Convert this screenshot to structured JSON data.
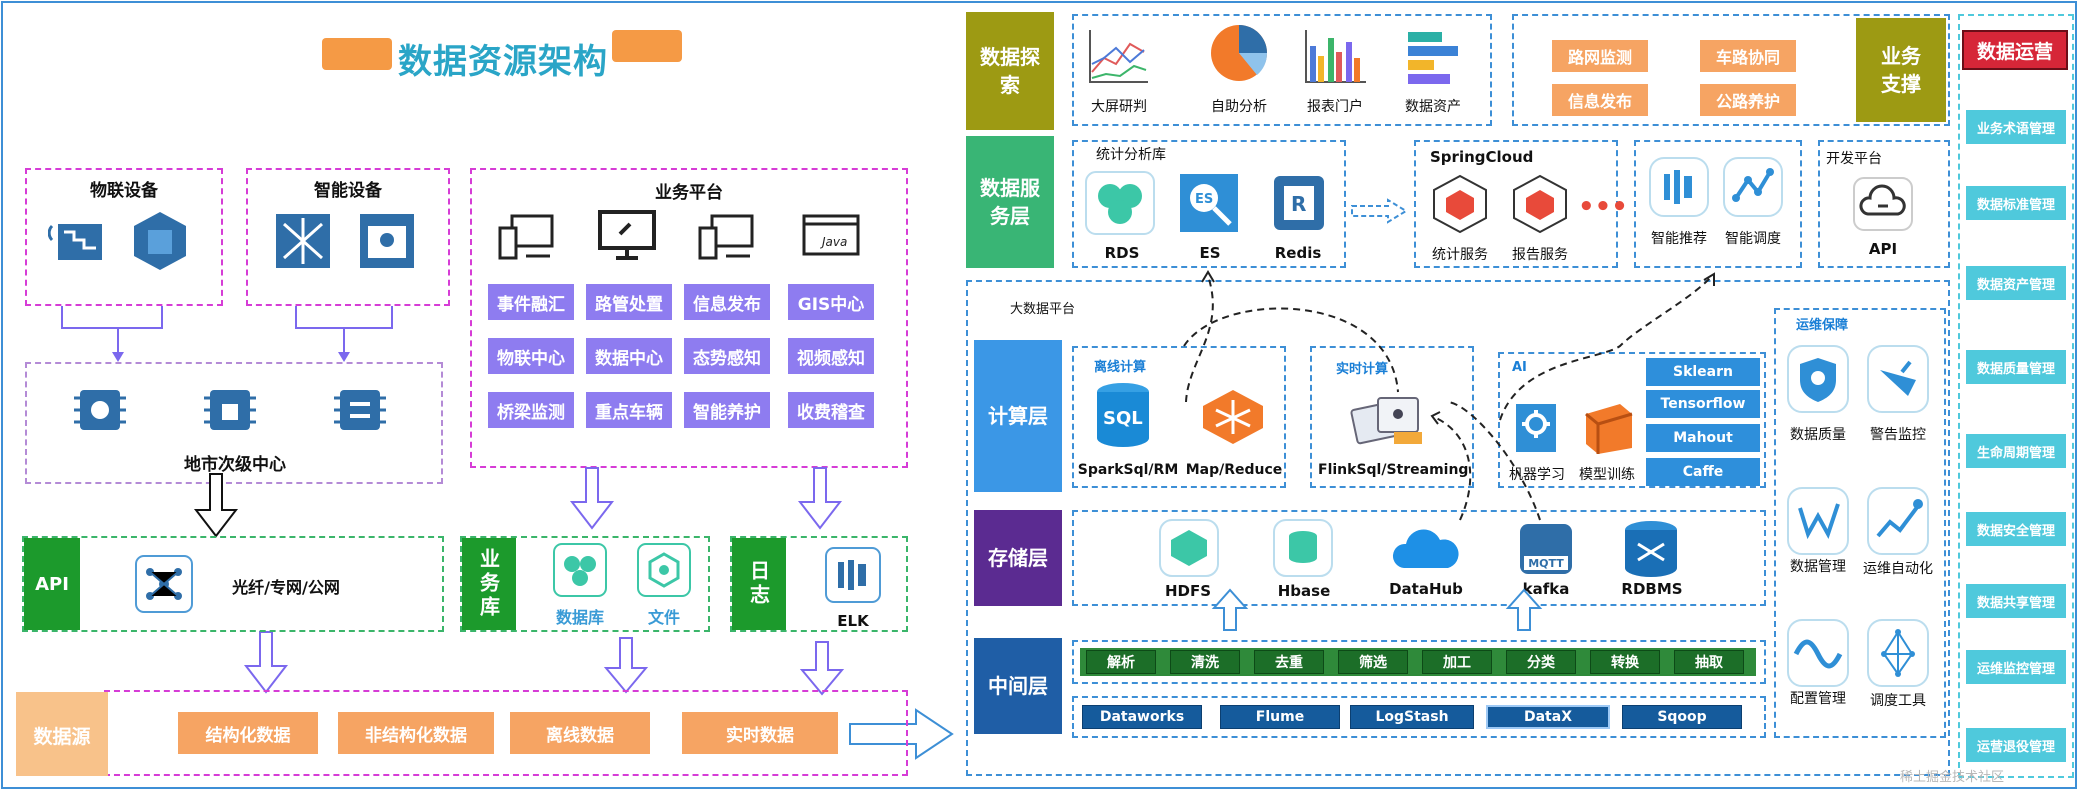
{
  "title": "数据资源架构",
  "left": {
    "iot_label": "物联设备",
    "smart_label": "智能设备",
    "biz_platform_label": "业务平台",
    "biz_chips": [
      [
        "事件融汇",
        "路管处置",
        "信息发布",
        "GIS中心"
      ],
      [
        "物联中心",
        "数据中心",
        "态势感知",
        "视频感知"
      ],
      [
        "桥梁监测",
        "重点车辆",
        "智能养护",
        "收费稽查"
      ]
    ],
    "center_label": "地市次级中心",
    "api_label": "API",
    "network_label": "光纤/专网/公网",
    "biz_db_label": "业务库",
    "db_label": "数据库",
    "file_label": "文件",
    "log_label": "日志",
    "elk_label": "ELK",
    "source_label": "数据源",
    "source_chips": [
      "结构化数据",
      "非结构化数据",
      "离线数据",
      "实时数据"
    ]
  },
  "right": {
    "explore": {
      "layer": "数据探索",
      "items": [
        "大屏研判",
        "自助分析",
        "报表门户",
        "数据资产"
      ]
    },
    "biz_support": {
      "layer": "业务支撑",
      "chips": [
        "路网监测",
        "车路协同",
        "信息发布",
        "公路养护"
      ]
    },
    "service": {
      "layer": "数据服务层",
      "stat_lib": "统计分析库",
      "stat_items": [
        "RDS",
        "ES",
        "Redis"
      ],
      "springcloud": "SpringCloud",
      "spring_items": [
        "统计服务",
        "报告服务"
      ],
      "smart_items": [
        "智能推荐",
        "智能调度"
      ],
      "dev_platform": "开发平台",
      "api": "API"
    },
    "bigdata_label": "大数据平台",
    "compute": {
      "layer": "计算层",
      "offline": "离线计算",
      "offline_items": [
        "SparkSql/RM",
        "Map/Reduce"
      ],
      "realtime": "实时计算",
      "realtime_item": "FlinkSql/Streaming",
      "ai": "AI",
      "ai_items": [
        "机器学习",
        "模型训练"
      ],
      "ai_chips": [
        "Sklearn",
        "Tensorflow",
        "Mahout",
        "Caffe"
      ]
    },
    "storage": {
      "layer": "存储层",
      "items": [
        "HDFS",
        "Hbase",
        "DataHub",
        "kafka",
        "RDBMS"
      ],
      "mqtt": "MQTT"
    },
    "middle": {
      "layer": "中间层",
      "ops": [
        "解析",
        "清洗",
        "去重",
        "筛选",
        "加工",
        "分类",
        "转换",
        "抽取"
      ],
      "tools": [
        "Dataworks",
        "Flume",
        "LogStash",
        "DataX",
        "Sqoop"
      ]
    },
    "ops_guard": {
      "title": "运维保障",
      "items": [
        "数据质量",
        "警告监控",
        "数据管理",
        "运维自动化",
        "配置管理",
        "调度工具"
      ]
    },
    "operation": {
      "title": "数据运营",
      "items": [
        "业务术语管理",
        "数据标准管理",
        "数据资产管理",
        "数据质量管理",
        "生命周期管理",
        "数据安全管理",
        "数据共享管理",
        "运维监控管理",
        "运营退役管理"
      ]
    }
  },
  "watermark": "稀土掘金技术社区",
  "colors": {
    "purple_chip": "#8e7cf0",
    "orange_chip": "#f6a463",
    "green_label": "#1c9a2c",
    "explore_layer": "#9d9a13",
    "service_layer": "#39b575",
    "compute_layer": "#3b97e6",
    "storage_layer": "#5b2b91",
    "middle_layer": "#1f5ea6",
    "ops_chip": "#4fc9dc"
  }
}
